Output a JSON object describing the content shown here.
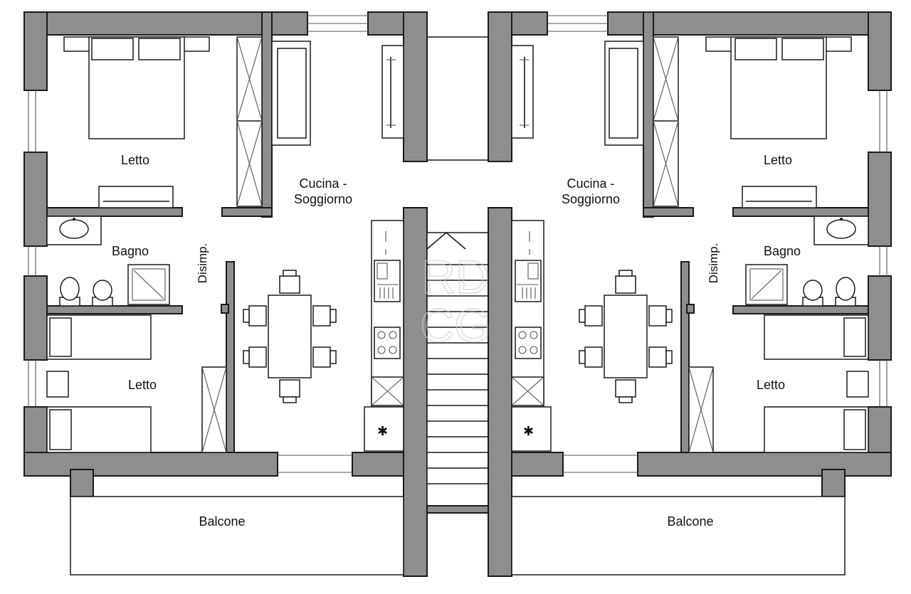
{
  "colors": {
    "wall": "#8e8e8e",
    "stroke": "#1a1a1a",
    "background": "#ffffff"
  },
  "labels": {
    "left_bed_top": "Letto",
    "left_kitchen_1": "Cucina -",
    "left_kitchen_2": "Soggiorno",
    "left_bath": "Bagno",
    "left_disimp": "Disimp.",
    "left_bed_bottom": "Letto",
    "left_balcony": "Balcone",
    "right_bed_top": "Letto",
    "right_kitchen_1": "Cucina -",
    "right_kitchen_2": "Soggiorno",
    "right_bath": "Bagno",
    "right_disimp": "Disimp.",
    "right_bed_bottom": "Letto",
    "right_balcony": "Balcone"
  },
  "watermark": {
    "line1": "RD",
    "line2": "CG"
  }
}
